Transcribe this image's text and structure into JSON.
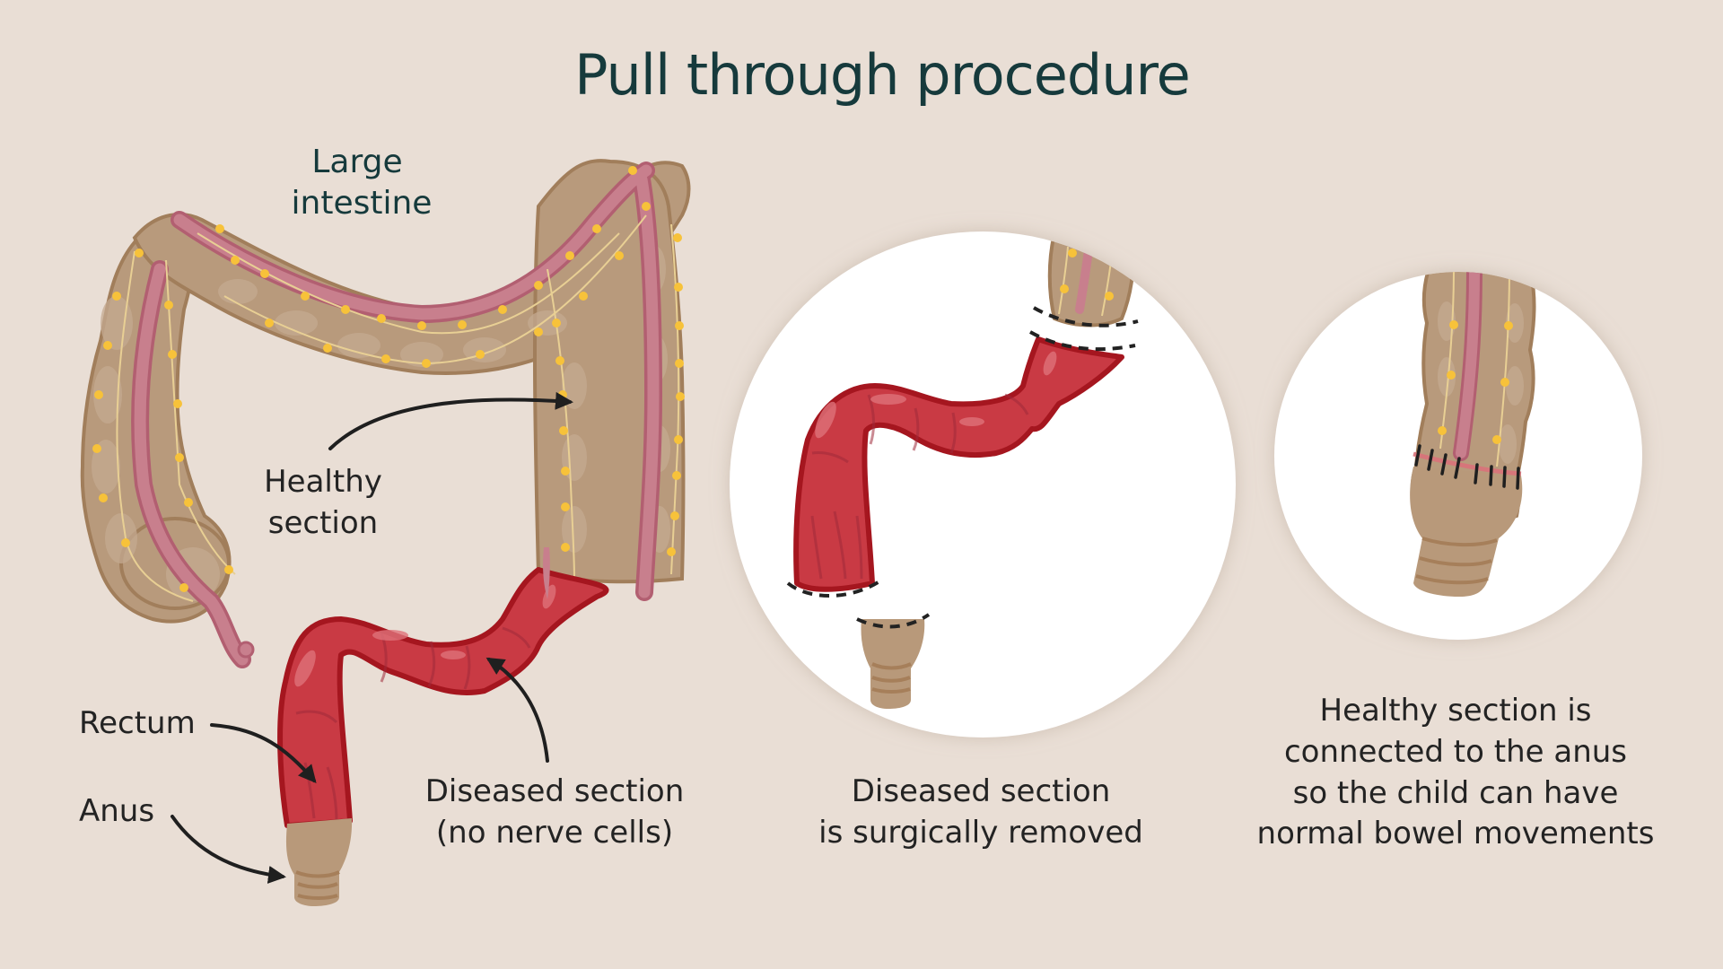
{
  "title": "Pull through procedure",
  "colors": {
    "background": "#e9ded5",
    "title_text": "#163a3c",
    "body_text": "#232323",
    "healthy_bowel": "#b89a7c",
    "diseased_bowel": "#c93a44",
    "nerve_cells": "#f7c23a",
    "panel_circle": "#ffffff"
  },
  "panels": [
    {
      "id": "overview",
      "labels": {
        "large_intestine_line1": "Large",
        "large_intestine_line2": "intestine",
        "healthy_line1": "Healthy",
        "healthy_line2": "section",
        "rectum": "Rectum",
        "anus": "Anus",
        "diseased_line1": "Diseased section",
        "diseased_line2": "(no nerve cells)"
      }
    },
    {
      "id": "removal",
      "caption_line1": "Diseased section",
      "caption_line2": "is surgically removed"
    },
    {
      "id": "reconnection",
      "caption_line1": "Healthy section is",
      "caption_line2": "connected to the anus",
      "caption_line3": "so the child can have",
      "caption_line4": "normal bowel movements"
    }
  ]
}
